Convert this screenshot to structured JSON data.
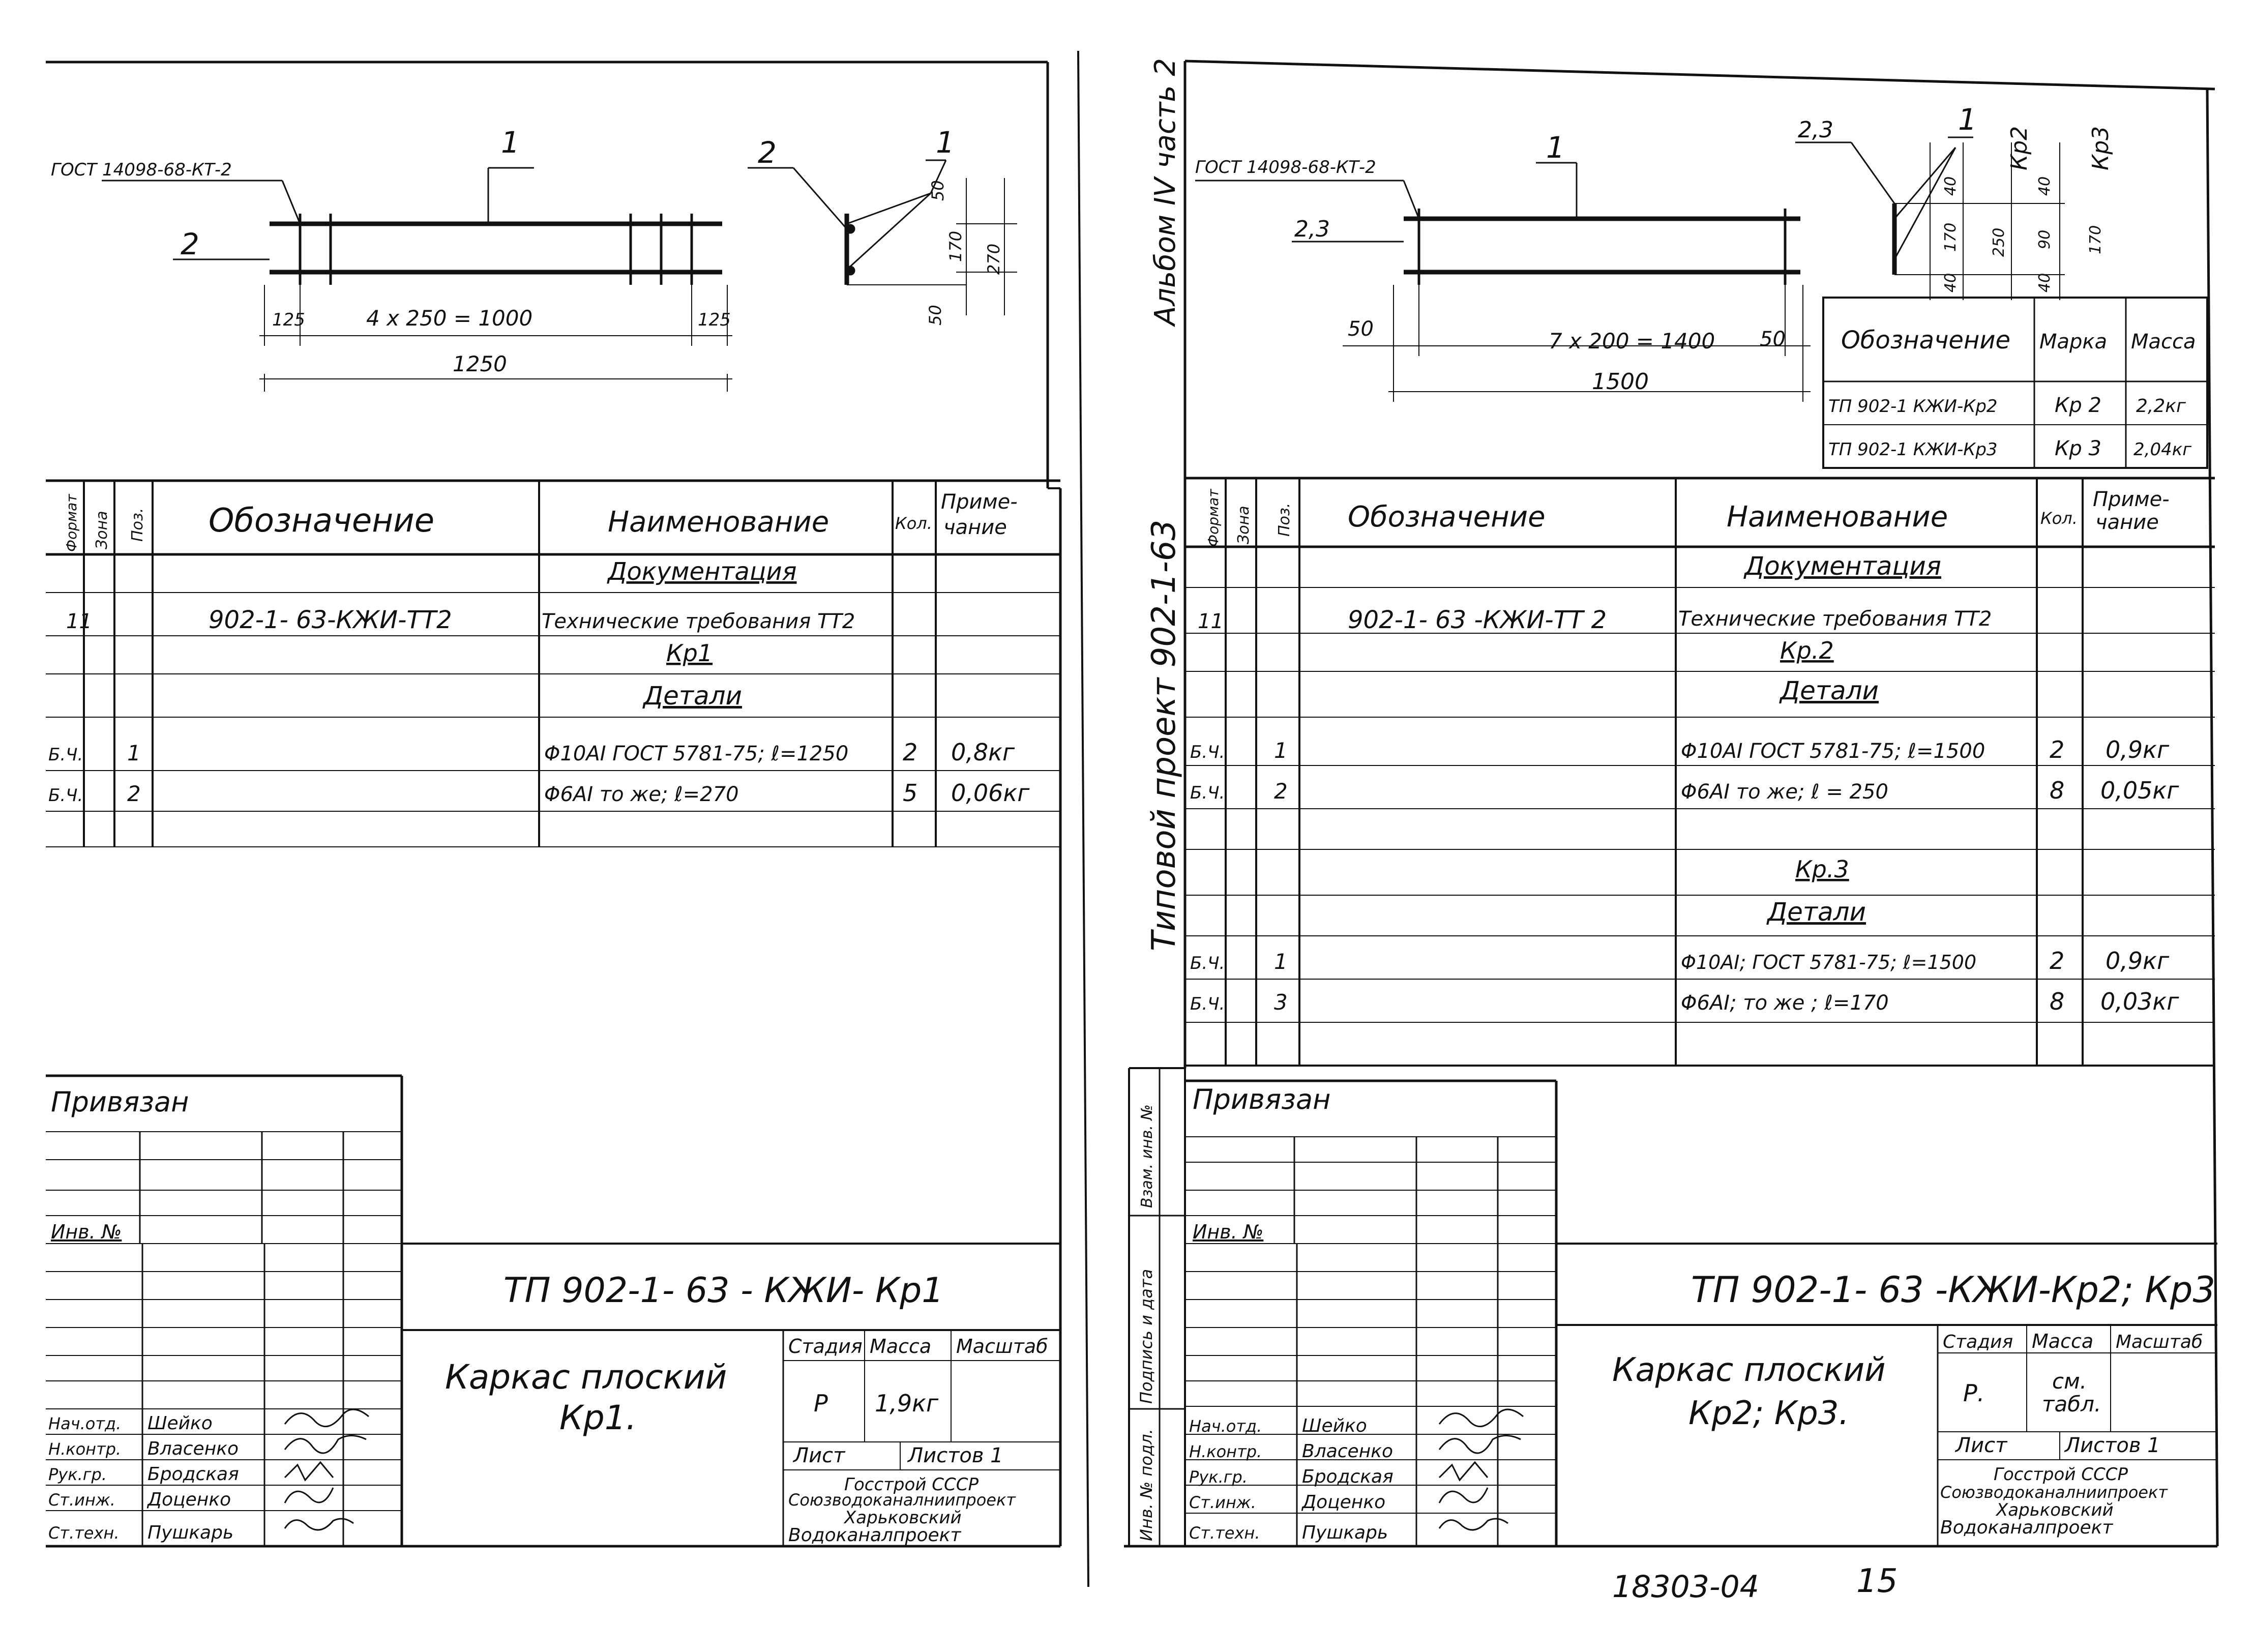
{
  "left": {
    "drawing": {
      "gost": "ГОСТ 14098-68-КТ-2",
      "pos1": "1",
      "pos2": "2",
      "pos2_section": "2",
      "pos1_section": "1",
      "dim_125a": "125",
      "dim_spacing": "4 х 250 = 1000",
      "dim_125b": "125",
      "dim_total": "1250",
      "dim_50a": "50",
      "dim_170": "170",
      "dim_270": "270",
      "dim_50b": "50"
    },
    "spec": {
      "headers": {
        "format": "Формат",
        "zone": "Зона",
        "pos": "Поз.",
        "designation": "Обозначение",
        "name": "Наименование",
        "qty": "Кол.",
        "note": "Приме-\nчание"
      },
      "doc_section": "Документация",
      "doc_format": "11",
      "doc_designation": "902-1- 63-КЖИ-ТТ2",
      "doc_name": "Технические требования ТТ2",
      "mark": "Кр1",
      "details": "Детали",
      "rows": [
        {
          "format": "Б.Ч.",
          "pos": "1",
          "name": "Φ10АI ГОСТ 5781-75; ℓ=1250",
          "qty": "2",
          "note": "0,8кг"
        },
        {
          "format": "Б.Ч.",
          "pos": "2",
          "name": "Φ6АI  то же;      ℓ=270",
          "qty": "5",
          "note": "0,06кг"
        }
      ]
    },
    "stamp": {
      "privyazan": "Привязан",
      "inv": "Инв. №",
      "code": "ТП 902-1- 63 - КЖИ- Кр1",
      "title_line1": "Каркас плоский",
      "title_line2": "Кр1.",
      "stage_h": "Стадия",
      "mass_h": "Масса",
      "scale_h": "Масштаб",
      "stage": "Р",
      "mass": "1,9кг",
      "sheet": "Лист",
      "sheets": "Листов 1",
      "org1": "Госстрой   СССР",
      "org2": "Союзводоканалниипроект",
      "org3": "Харьковский",
      "org4": "Водоканалпроект",
      "people": [
        {
          "role": "Нач.отд.",
          "name": "Шейко"
        },
        {
          "role": "Н.контр.",
          "name": "Власенко"
        },
        {
          "role": "Рук.гр.",
          "name": "Бродская"
        },
        {
          "role": "Ст.инж.",
          "name": "Доценко"
        },
        {
          "role": "Ст.техн.",
          "name": "Пушкарь"
        }
      ]
    }
  },
  "right": {
    "vertical_album": "Альбом IV часть 2",
    "vertical_project": "Типовой проект  902-1-63",
    "side_labels": [
      "Взам. инв. №",
      "Подпись и дата",
      "Инв. № подл."
    ],
    "drawing": {
      "gost": "ГОСТ 14098-68-КТ-2",
      "pos1": "1",
      "pos23": "2,3",
      "pos23_sec": "2,3",
      "pos1_sec": "1",
      "kr2": "Кр2",
      "kr3": "Кр3",
      "dim_50a": "50",
      "dim_spacing": "7 х 200 = 1400",
      "dim_50b": "50",
      "dim_total": "1500",
      "d40a": "40",
      "d170a": "170",
      "d40b": "40",
      "d250": "250",
      "d40c": "40",
      "d90": "90",
      "d40d": "40",
      "d170b": "170"
    },
    "mass_table": {
      "headers": {
        "designation": "Обозначение",
        "mark": "Марка",
        "mass": "Масса"
      },
      "rows": [
        {
          "designation": "ТП 902-1  КЖИ-Кр2",
          "mark": "Кр 2",
          "mass": "2,2кг"
        },
        {
          "designation": "ТП 902-1  КЖИ-Кр3",
          "mark": "Кр 3",
          "mass": "2,04кг"
        }
      ]
    },
    "spec": {
      "headers": {
        "format": "Формат",
        "zone": "Зона",
        "pos": "Поз.",
        "designation": "Обозначение",
        "name": "Наименование",
        "qty": "Кол.",
        "note": "Приме-\nчание"
      },
      "doc_section": "Документация",
      "doc_format": "11",
      "doc_designation": "902-1-  63  -КЖИ-ТТ 2",
      "doc_name": "Технические требования ТТ2",
      "mark1": "Кр.2",
      "details1": "Детали",
      "rows1": [
        {
          "format": "Б.Ч.",
          "pos": "1",
          "name": "Φ10АI ГОСТ 5781-75; ℓ=1500",
          "qty": "2",
          "note": "0,9кг"
        },
        {
          "format": "Б.Ч.",
          "pos": "2",
          "name": "Φ6АI  то  же;  ℓ = 250",
          "qty": "8",
          "note": "0,05кг"
        }
      ],
      "mark2": "Кр.3",
      "details2": "Детали",
      "rows2": [
        {
          "format": "Б.Ч.",
          "pos": "1",
          "name": "Φ10АI; ГОСТ 5781-75; ℓ=1500",
          "qty": "2",
          "note": "0,9кг"
        },
        {
          "format": "Б.Ч.",
          "pos": "3",
          "name": "Φ6АI; то же    ; ℓ=170",
          "qty": "8",
          "note": "0,03кг"
        }
      ]
    },
    "stamp": {
      "privyazan": "Привязан",
      "inv": "Инв. №",
      "code": "ТП 902-1- 63 -КЖИ-Кр2; Кр3",
      "title_line1": "Каркас плоский",
      "title_line2": "Кр2; Кр3.",
      "stage_h": "Стадия",
      "mass_h": "Масса",
      "scale_h": "Масштаб",
      "stage": "Р.",
      "mass1": "см.",
      "mass2": "табл.",
      "sheet": "Лист",
      "sheets": "Листов 1",
      "org1": "Госстрой   СССР",
      "org2": "Союзводоканалниипроект",
      "org3": "Харьковский",
      "org4": "Водоканалпроект",
      "people": [
        {
          "role": "Нач.отд.",
          "name": "Шейко"
        },
        {
          "role": "Н.контр.",
          "name": "Власенко"
        },
        {
          "role": "Рук.гр.",
          "name": "Бродская"
        },
        {
          "role": "Ст.инж.",
          "name": "Доценко"
        },
        {
          "role": "Ст.техн.",
          "name": "Пушкарь"
        }
      ]
    }
  },
  "footer": {
    "number": "18303-04",
    "page": "15"
  }
}
